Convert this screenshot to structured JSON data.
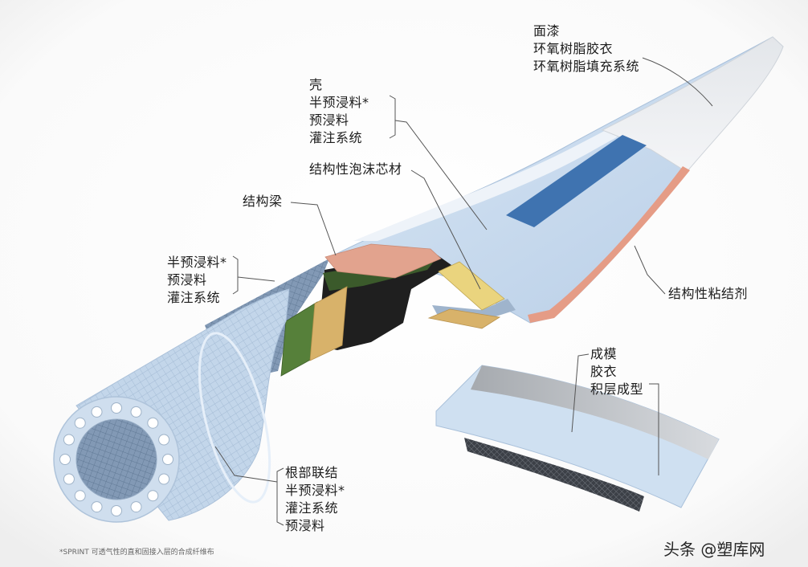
{
  "labels": {
    "topcoat_group": [
      "面漆",
      "环氧树脂胶衣",
      "环氧树脂填充系统"
    ],
    "shell_group": [
      "壳",
      "半预浸料*",
      "预浸料",
      "灌注系统"
    ],
    "foam_core": "结构性泡沫芯材",
    "spar": "结构梁",
    "left_group": [
      "半预浸料*",
      "预浸料",
      "灌注系统"
    ],
    "adhesive": "结构性粘结剂",
    "mould_group": [
      "成模",
      "胶衣",
      "积层成型"
    ],
    "root_group": [
      "根部联结",
      "半预浸料*",
      "灌注系统",
      "预浸料"
    ]
  },
  "footnote": "*SPRINT 可透气性的直和固接入层的合成纤维布",
  "watermark": "头条 @塑库网",
  "colors": {
    "blue_stripe": "#3f73b0",
    "adhesive": "#e59c86",
    "spar_cap": "#e2a38e",
    "core": "#1f1f1f",
    "green_panel": "#56803a",
    "tan_strip": "#d8b26a",
    "foam_block": "#ead47e",
    "slab_top": "#b3b7bc",
    "leader": "#555555"
  }
}
